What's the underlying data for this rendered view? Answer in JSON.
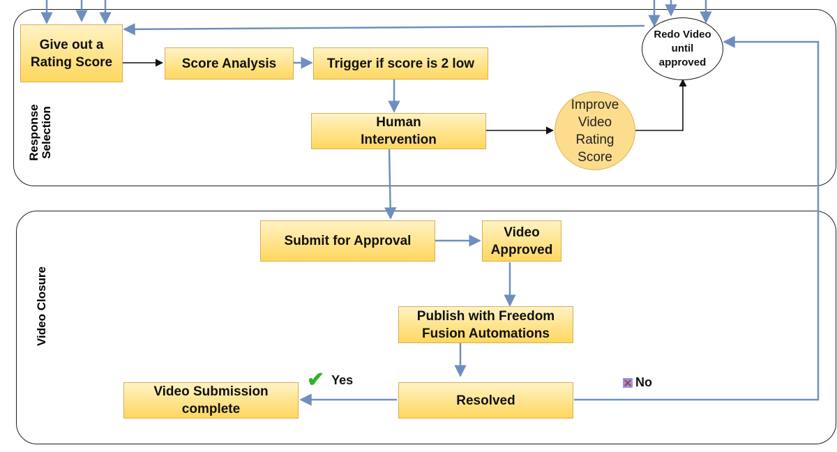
{
  "lanes": {
    "response_selection": "Response\nSelection",
    "video_closure": "Video Closure"
  },
  "nodes": {
    "give_rating": "Give out a\nRating Score",
    "score_analysis": "Score Analysis",
    "trigger": "Trigger if score is 2 low",
    "human_intervention": "Human\nIntervention",
    "improve": "Improve\nVideo\nRating\nScore",
    "redo": "Redo Video\nuntil\napproved",
    "submit": "Submit for Approval",
    "video_approved": "Video\nApproved",
    "publish": "Publish with Freedom\nFusion Automations",
    "resolved": "Resolved",
    "complete": "Video Submission\ncomplete"
  },
  "labels": {
    "yes": "Yes",
    "no": "No"
  },
  "colors": {
    "box_fill_top": "#fff3c4",
    "box_fill_bottom": "#ffd75e",
    "blue_connector": "#6d8fc0",
    "black_connector": "#111111",
    "check": "#2db52a"
  }
}
